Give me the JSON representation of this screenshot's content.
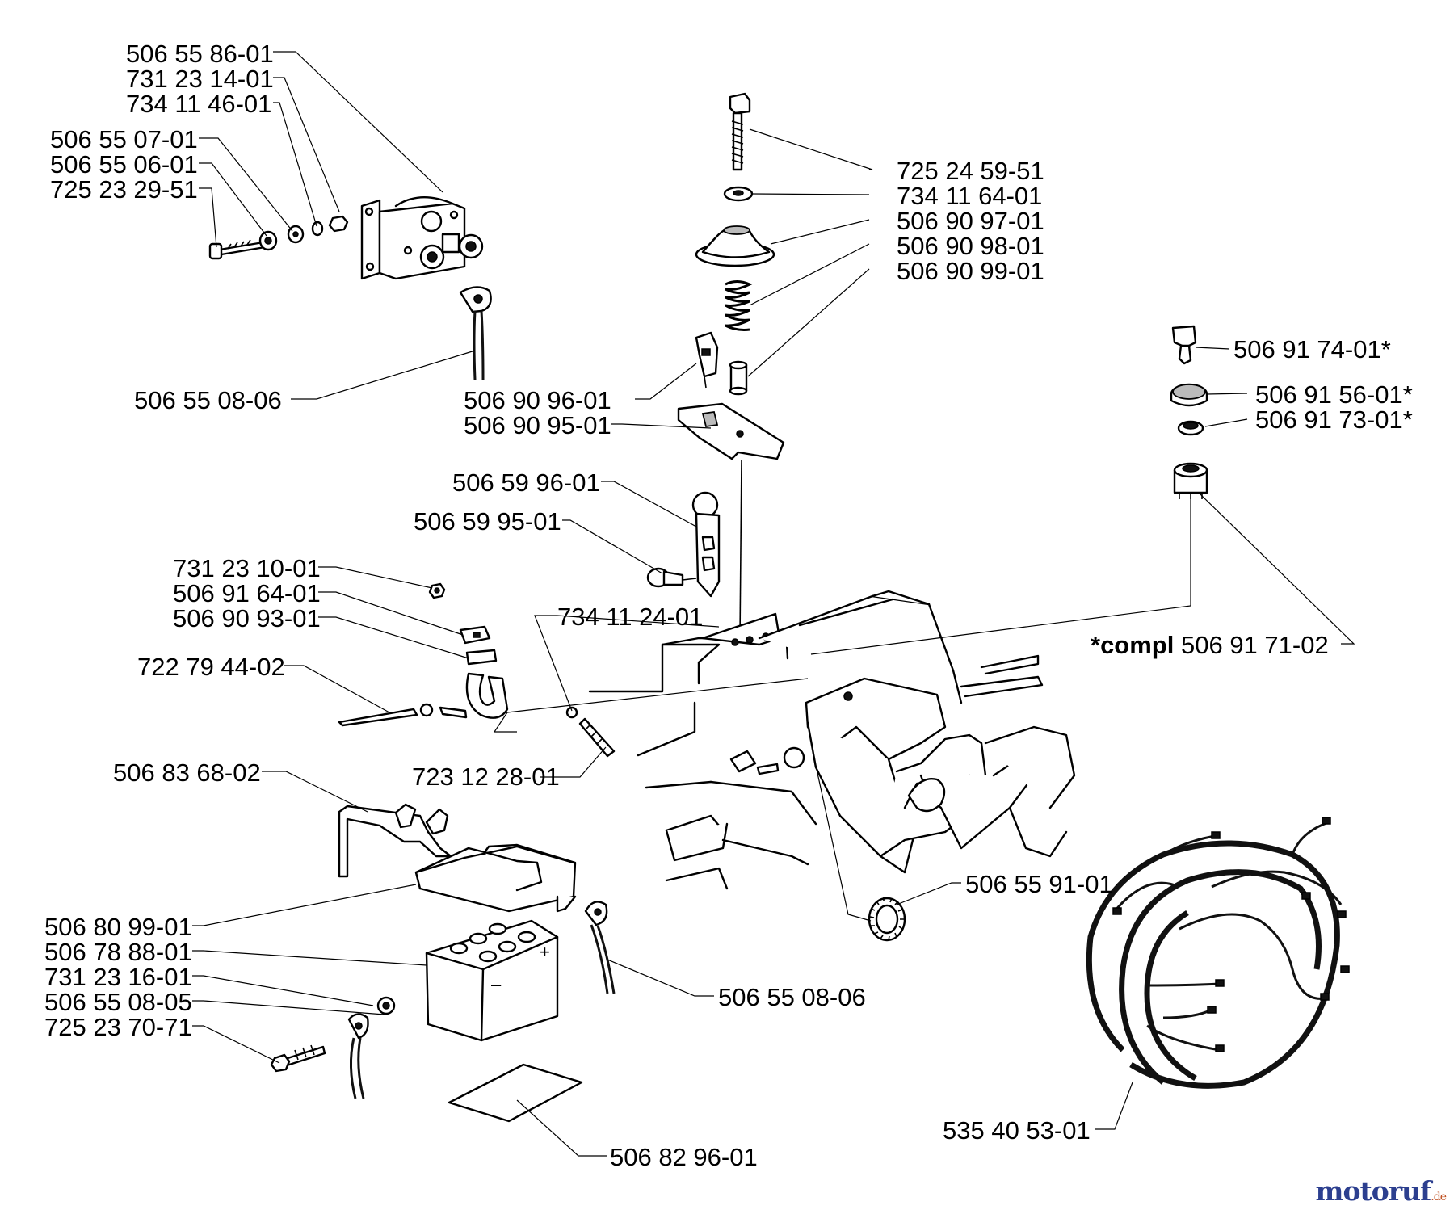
{
  "labels": {
    "l1": "506 55 86-01",
    "l2": "731 23 14-01",
    "l3": "734 11 46-01",
    "l4": "506 55 07-01",
    "l5": "506 55 06-01",
    "l6": "725 23 29-51",
    "l7": "506 55 08-06",
    "l8": "725 24 59-51",
    "l9": "734 11 64-01",
    "l10": "506 90 97-01",
    "l11": "506 90 98-01",
    "l12": "506 90 99-01",
    "l13": "506 91 74-01*",
    "l14": "506 91 56-01*",
    "l15": "506 91 73-01*",
    "l16": "506 90 96-01",
    "l17": "506 90 95-01",
    "l18": "506 59 96-01",
    "l19": "506 59 95-01",
    "l20": "731 23 10-01",
    "l21": "506 91 64-01",
    "l22": "506 90 93-01",
    "l23": "734 11 24-01",
    "l24_prefix": "*compl",
    "l24": "506 91 71-02",
    "l25": "722 79 44-02",
    "l26": "723 12 28-01",
    "l27": "506 83 68-02",
    "l28": "506 55 91-01",
    "l29": "506 80 99-01",
    "l30": "506 78 88-01",
    "l31": "731 23 16-01",
    "l32": "506 55 08-05",
    "l33": "725 23 70-71",
    "l34": "506 55 08-06",
    "l35": "535 40 53-01",
    "l36": "506 82 96-01"
  },
  "battery_marks": {
    "plus": "+",
    "minus": "–"
  },
  "watermark": {
    "main": "motoruf",
    "suffix": ".de"
  }
}
